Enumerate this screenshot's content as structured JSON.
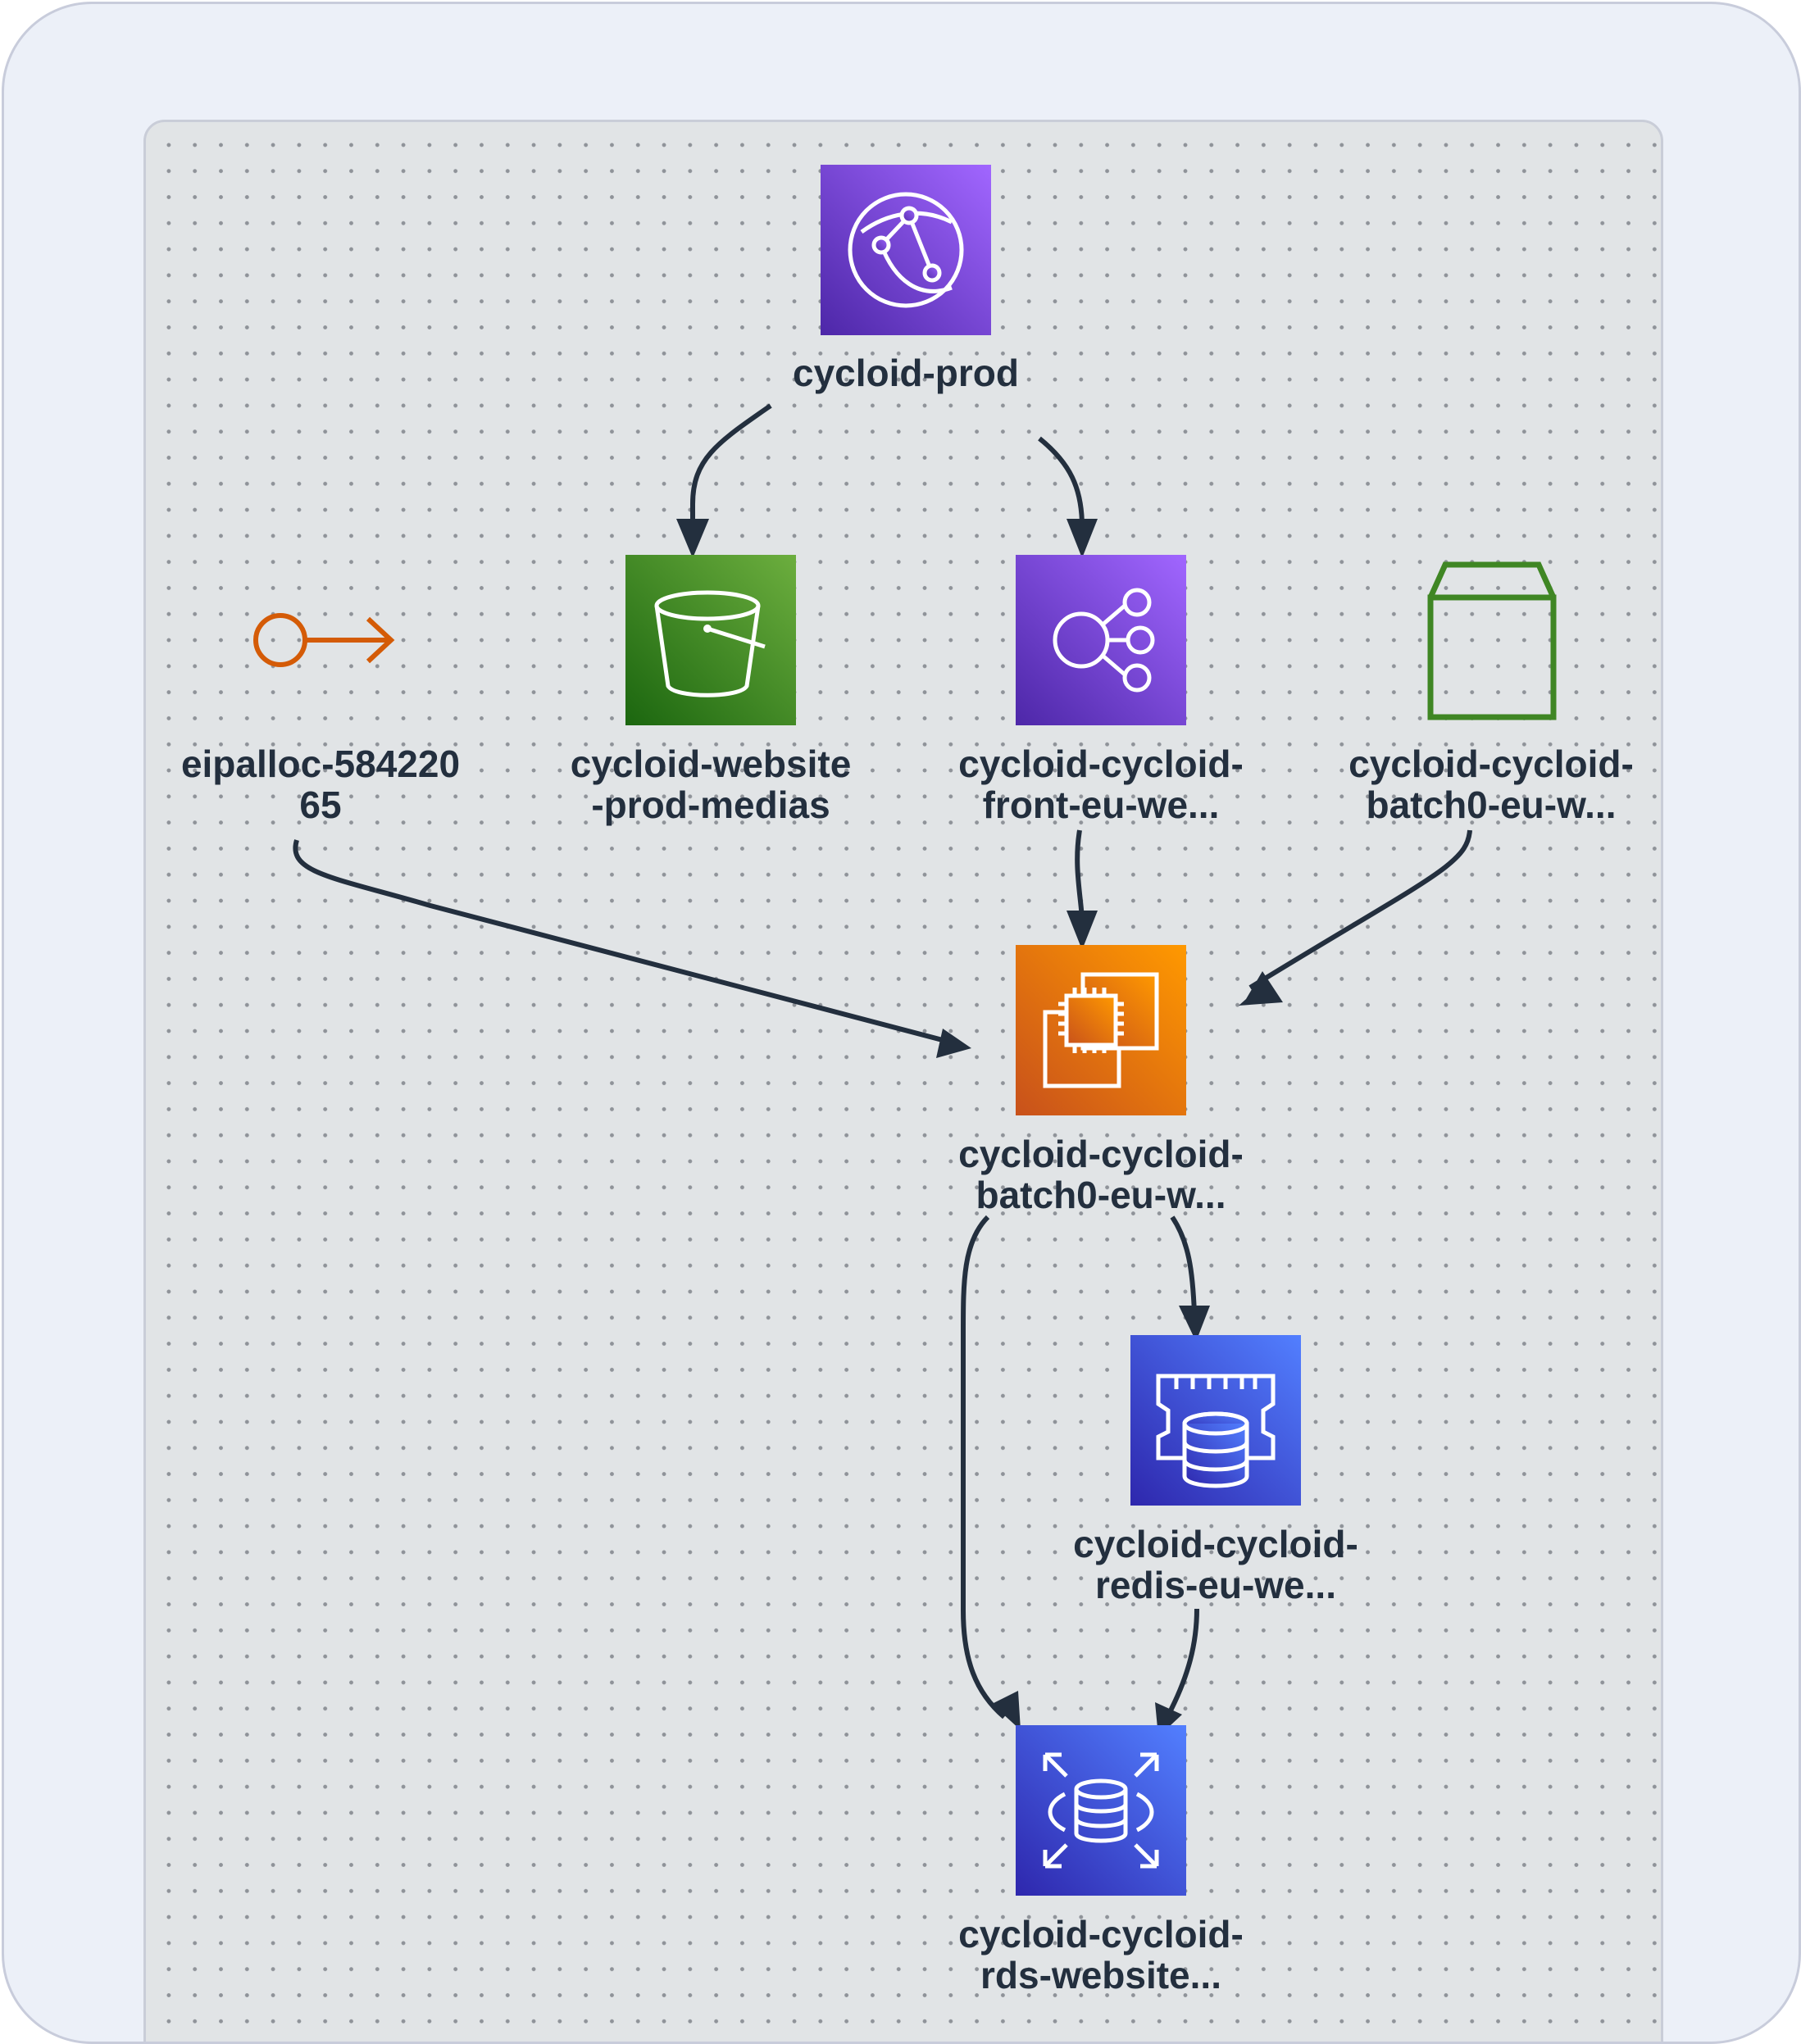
{
  "nodes": [
    {
      "id": "cloudfront",
      "icon": "cloudfront-icon",
      "label1": "cycloid-prod",
      "label2": ""
    },
    {
      "id": "s3",
      "icon": "s3-bucket-icon",
      "label1": "cycloid-website",
      "label2": "-prod-medias"
    },
    {
      "id": "elb",
      "icon": "load-balancer-icon",
      "label1": "cycloid-cycloid-",
      "label2": "front-eu-we..."
    },
    {
      "id": "eip",
      "icon": "elastic-ip-icon",
      "label1": "eipalloc-584220",
      "label2": "65"
    },
    {
      "id": "batch",
      "icon": "launch-template-icon",
      "label1": "cycloid-cycloid-",
      "label2": "batch0-eu-w..."
    },
    {
      "id": "ec2",
      "icon": "ec2-instance-icon",
      "label1": "cycloid-cycloid-",
      "label2": "batch0-eu-w..."
    },
    {
      "id": "redis",
      "icon": "elasticache-redis-icon",
      "label1": "cycloid-cycloid-",
      "label2": "redis-eu-we..."
    },
    {
      "id": "rds",
      "icon": "rds-database-icon",
      "label1": "cycloid-cycloid-",
      "label2": "rds-website..."
    }
  ],
  "edges": [
    {
      "from": "cloudfront",
      "to": "s3"
    },
    {
      "from": "cloudfront",
      "to": "elb"
    },
    {
      "from": "elb",
      "to": "ec2"
    },
    {
      "from": "batch",
      "to": "ec2"
    },
    {
      "from": "eip",
      "to": "ec2"
    },
    {
      "from": "ec2",
      "to": "redis"
    },
    {
      "from": "ec2",
      "to": "rds"
    },
    {
      "from": "redis",
      "to": "rds"
    }
  ],
  "colors": {
    "cloudfront": "#8c4fff",
    "s3": "#3f8624",
    "elb": "#8c4fff",
    "ec2": "#ed7100",
    "elasticache": "#3b48cc",
    "rds": "#3b48cc",
    "eip": "#d45b07",
    "launch_template": "#3f8624",
    "edge": "#232f3e",
    "label": "#232f3e"
  }
}
